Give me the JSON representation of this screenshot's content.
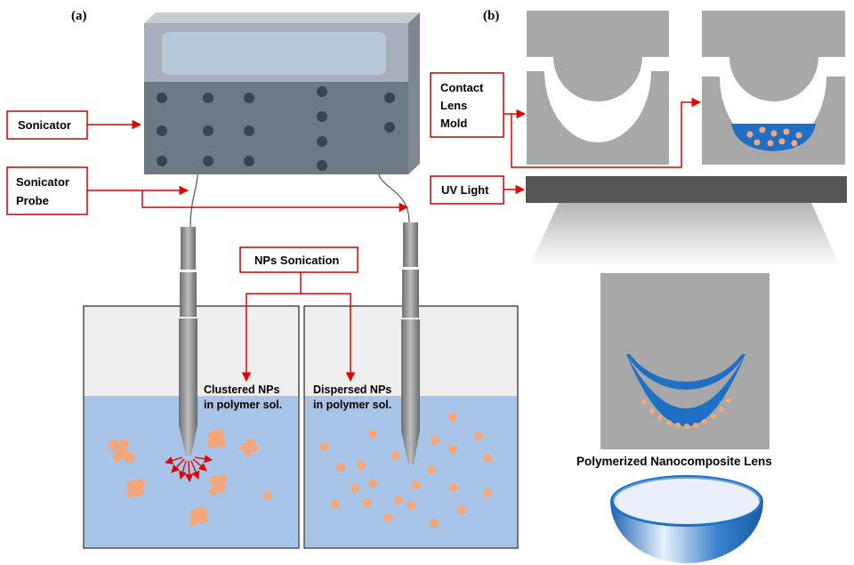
{
  "panel_a": {
    "letter": "(a)",
    "labels": {
      "sonicator": "Sonicator",
      "probe_line1": "Sonicator",
      "probe_line2": "Probe",
      "nps_sonication": "NPs Sonication",
      "clustered_line1": "Clustered NPs",
      "clustered_line2": "in polymer sol.",
      "dispersed_line1": "Dispersed NPs",
      "dispersed_line2": "in polymer sol."
    }
  },
  "panel_b": {
    "letter": "(b)",
    "labels": {
      "mold_line1": "Contact",
      "mold_line2": "Lens",
      "mold_line3": "Mold",
      "uv_light": "UV Light",
      "result": "Polymerized Nanocomposite  Lens"
    }
  },
  "colors": {
    "callout_border": "#cc0000",
    "arrow": "#e00000",
    "mold_gray": "#a8a8a8",
    "solution_blue": "#a8c4e6",
    "polymer_blue": "#1f6fc4",
    "nanoparticle": "#f5a77a",
    "device_top": "#9aa6b2",
    "device_panel": "#707b88"
  },
  "icons": [
    "sonicator-device",
    "sonicator-probe",
    "contact-lens-mold",
    "uv-lamp",
    "lens-bowl"
  ]
}
